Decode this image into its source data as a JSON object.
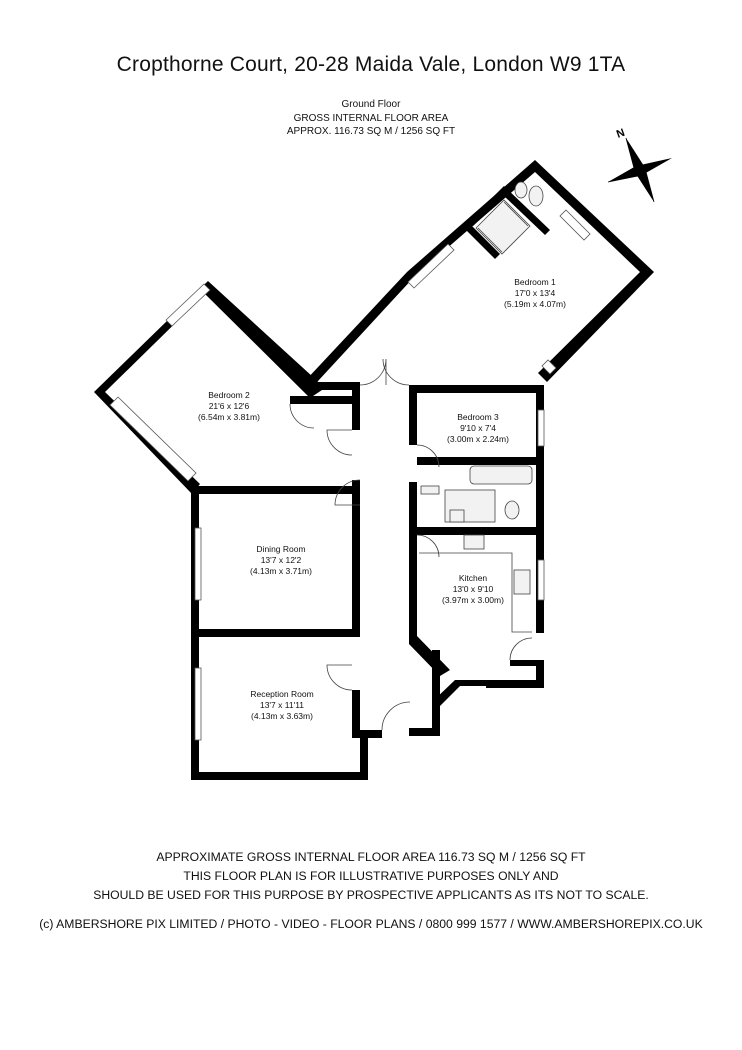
{
  "header": {
    "title": "Cropthorne Court, 20-28 Maida Vale, London W9 1TA",
    "floor": "Ground Floor",
    "area_label": "GROSS INTERNAL FLOOR AREA",
    "area_value": "APPROX. 116.73 SQ M / 1256 SQ FT"
  },
  "compass": {
    "label": "N",
    "icon": "compass-rose-icon"
  },
  "rooms": {
    "bedroom1": {
      "name": "Bedroom 1",
      "imperial": "17'0 x 13'4",
      "metric": "(5.19m x 4.07m)"
    },
    "bedroom2": {
      "name": "Bedroom 2",
      "imperial": "21'6 x 12'6",
      "metric": "(6.54m x 3.81m)"
    },
    "bedroom3": {
      "name": "Bedroom 3",
      "imperial": "9'10 x 7'4",
      "metric": "(3.00m x 2.24m)"
    },
    "dining": {
      "name": "Dining Room",
      "imperial": "13'7 x 12'2",
      "metric": "(4.13m x 3.71m)"
    },
    "kitchen": {
      "name": "Kitchen",
      "imperial": "13'0 x 9'10",
      "metric": "(3.97m x 3.00m)"
    },
    "reception": {
      "name": "Reception Room",
      "imperial": "13'7 x 11'11",
      "metric": "(4.13m x 3.63m)"
    }
  },
  "footer": {
    "line1": "APPROXIMATE GROSS INTERNAL FLOOR AREA 116.73 SQ M / 1256 SQ FT",
    "line2": "THIS FLOOR PLAN IS FOR ILLUSTRATIVE PURPOSES ONLY AND",
    "line3": "SHOULD BE USED FOR THIS PURPOSE BY PROSPECTIVE APPLICANTS AS ITS NOT TO SCALE.",
    "copyright": "(c) AMBERSHORE PIX LIMITED / PHOTO - VIDEO - FLOOR PLANS / 0800 999 1577 / WWW.AMBERSHOREPIX.CO.UK"
  }
}
